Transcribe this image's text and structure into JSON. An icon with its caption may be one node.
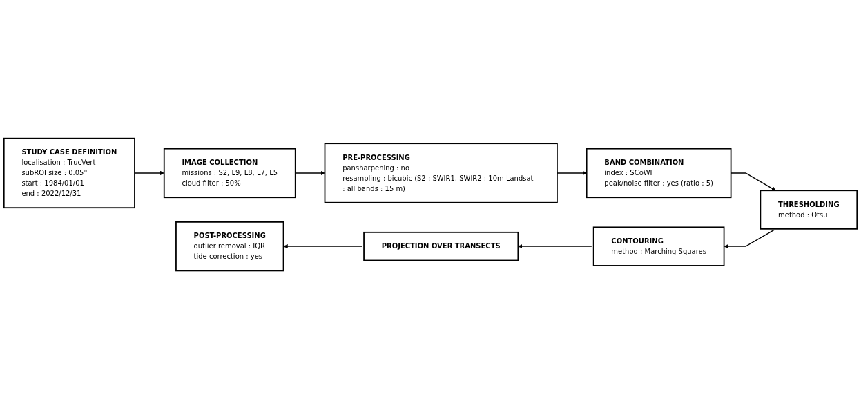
{
  "diagram": {
    "nodes": [
      {
        "text": [
          "STUDY CASE DEFINITION",
          "localisation : TrucVert",
          "subROI size : 0.05°",
          "start : 1984/01/01",
          "end : 2022/12/31"
        ]
      },
      {
        "text": [
          "IMAGE COLLECTION",
          "missions : S2, L9, L8, L7, L5",
          "cloud filter : 50%"
        ]
      },
      {
        "text": [
          "PRE-PROCESSING",
          "pansharpening : no",
          "resampling : bicubic (S2 : SWIR1, SWIR2 : 10m Landsat : all bands : 15 m)"
        ]
      },
      {
        "text": [
          "BAND COMBINATION",
          "index : SCoWI",
          "peak/noise filter : yes (ratio : 5)"
        ]
      },
      {
        "text": [
          "THRESHOLDING",
          "method : Otsu"
        ]
      },
      {
        "text": [
          "CONTOURING",
          "method : Marching Squares"
        ]
      },
      {
        "text": [
          "PROJECTION OVER TRANSECTS"
        ]
      },
      {
        "text": [
          "POST-PROCESSING",
          "outlier removal : IQR",
          "tide correction : yes"
        ]
      }
    ],
    "edges": [
      {
        "from": 0,
        "to": 1,
        "arrow": "to"
      },
      {
        "from": 1,
        "to": 2,
        "arrow": "to"
      },
      {
        "from": 2,
        "to": 3,
        "arrow": "to"
      },
      {
        "from": 3,
        "to": 4,
        "arrow": "to"
      },
      {
        "from": 4,
        "to": 5,
        "arrow": "to"
      },
      {
        "from": 5,
        "to": 6,
        "arrow": "to"
      },
      {
        "from": 6,
        "to": 7,
        "arrow": "to"
      }
    ]
  }
}
